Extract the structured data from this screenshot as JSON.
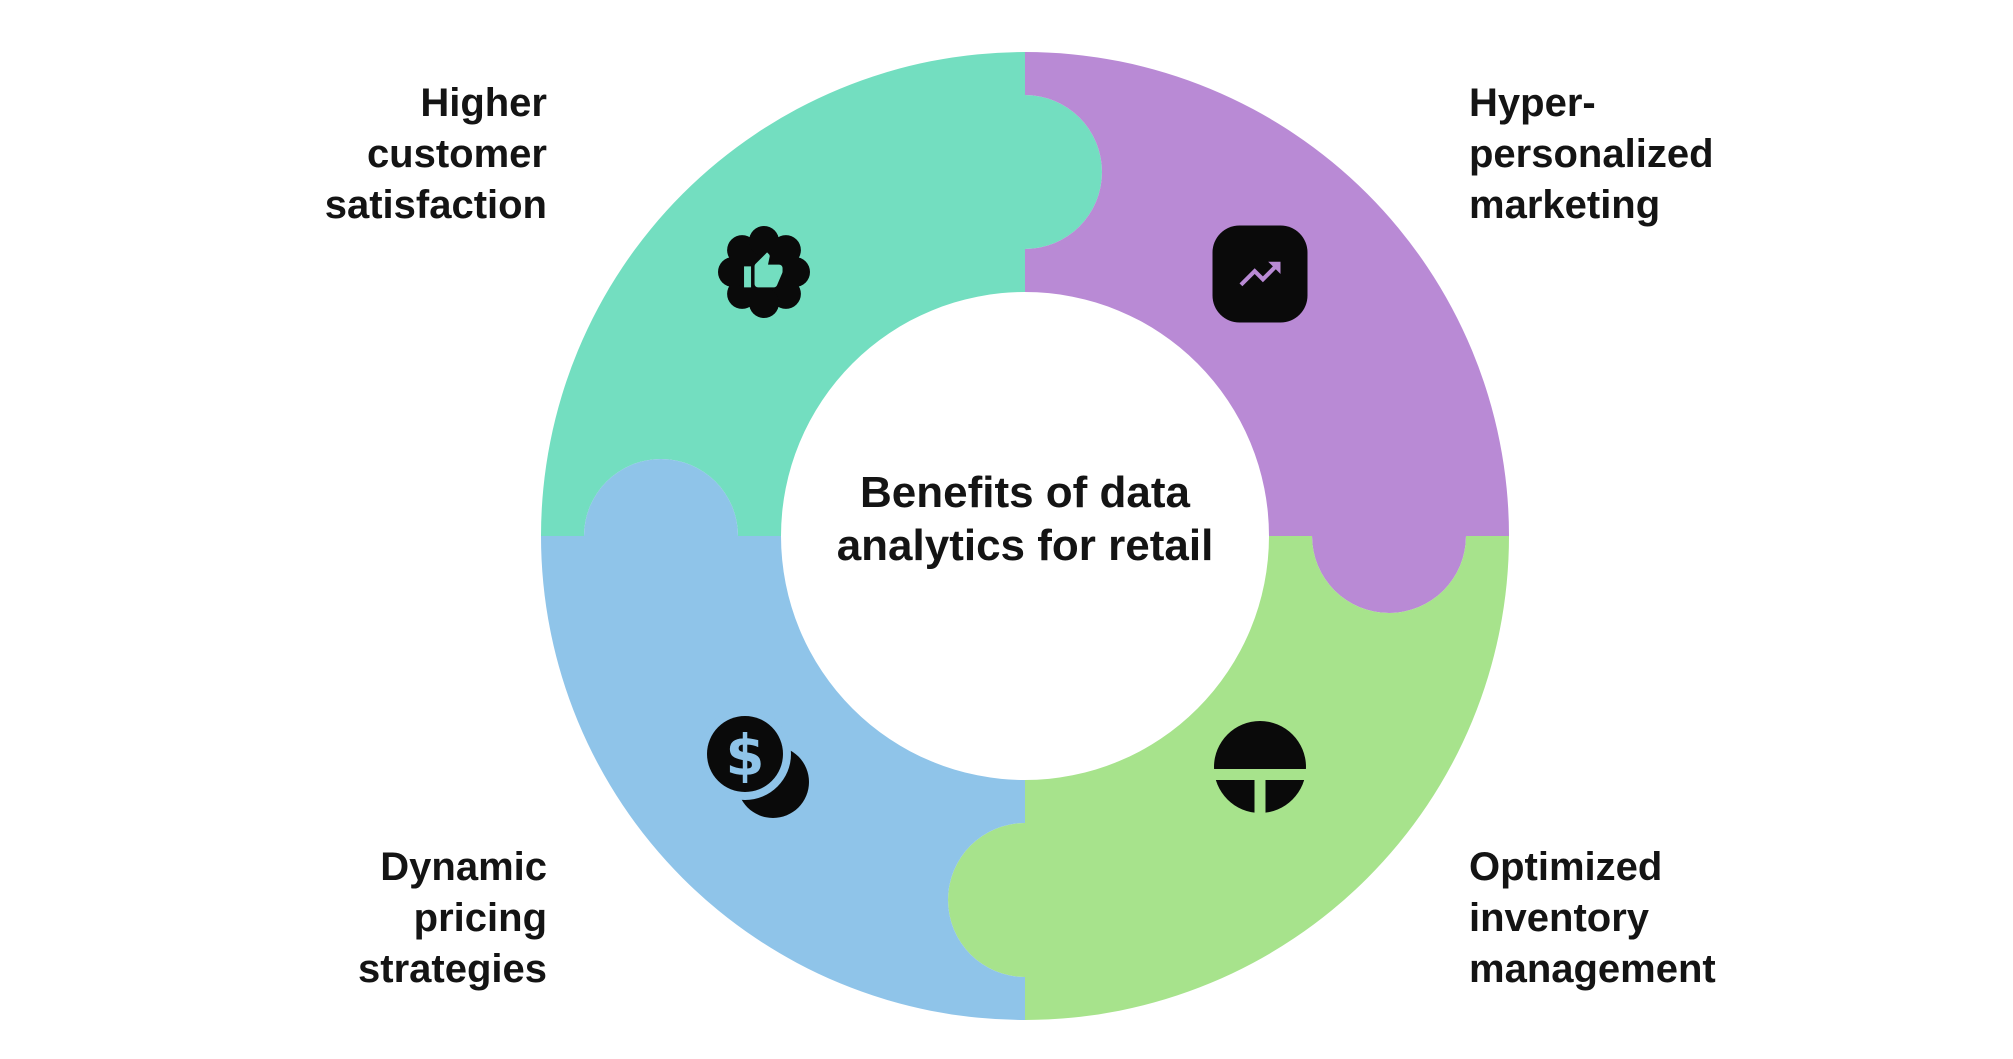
{
  "title": {
    "text": "Benefits of data\nanalytics for retail"
  },
  "segments": [
    {
      "id": "higher-customer-satisfaction",
      "label": "Higher\ncustomer\nsatisfaction",
      "color": "#73DEC0",
      "icon": "thumbs-up-badge-icon",
      "position": "top-left"
    },
    {
      "id": "hyper-personalized-marketing",
      "label": "Hyper-\npersonalized\nmarketing",
      "color": "#B98AD5",
      "icon": "trending-up-icon",
      "position": "top-right"
    },
    {
      "id": "optimized-inventory-management",
      "label": "Optimized\ninventory\nmanagement",
      "color": "#A7E38C",
      "icon": "pie-chart-icon",
      "position": "bottom-right"
    },
    {
      "id": "dynamic-pricing-strategies",
      "label": "Dynamic\npricing\nstrategies",
      "color": "#8FC4E9",
      "icon": "coins-icon",
      "position": "bottom-left"
    }
  ],
  "icons": {
    "dollar_glyph": "$"
  },
  "colors": {
    "icon_black": "#0A0A0A",
    "text": "#141414",
    "background": "#FFFFFF"
  }
}
